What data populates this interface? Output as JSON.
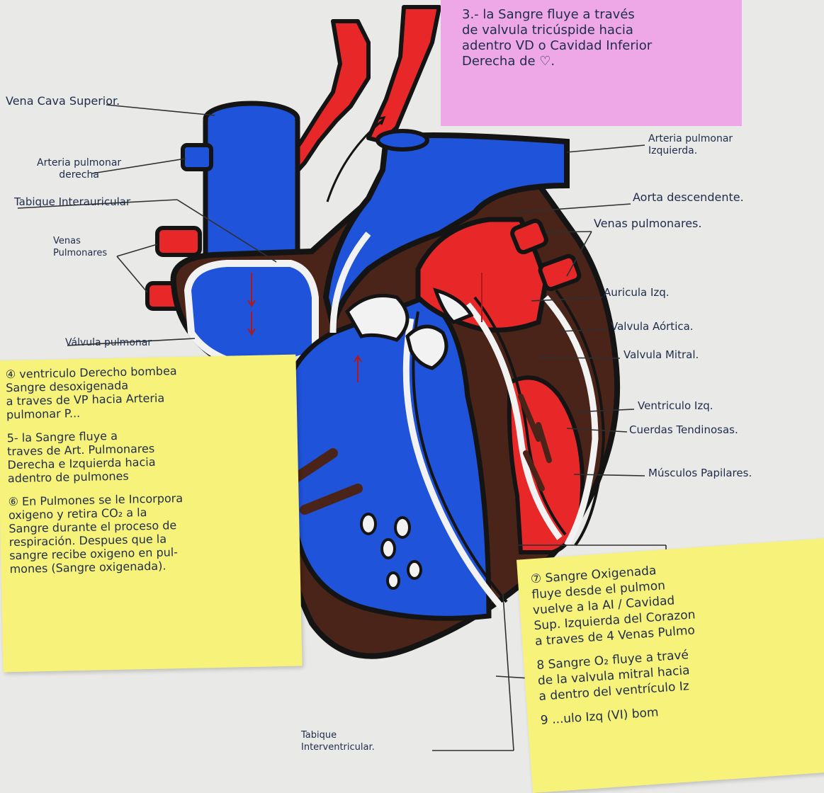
{
  "labels": {
    "vena_cava_superior": "Vena Cava Superior.",
    "arteria_pulmonar_derecha": "Arteria pulmonar\nderecha",
    "tabique_interauricular": "Tabique Interauricular",
    "venas_pulmonares_left": "Venas\nPulmonares",
    "valvula_pulmonar": "Válvula pulmonar",
    "arteria_pulmonar_izquierda": "Arteria pulmonar\nIzquierda.",
    "aorta_descendente": "Aorta descendente.",
    "venas_pulmonares_right": "Venas pulmonares.",
    "auricula_izq": "Auricula Izq.",
    "valvula_aortica": "Valvula Aórtica.",
    "valvula_mitral": "Valvula Mitral.",
    "ventriculo_izq": "Ventriculo Izq.",
    "cuerdas_tendinosas": "Cuerdas Tendinosas.",
    "musculos_papilares": "Músculos Papilares.",
    "tabique_interventricular": "Tabique\nInterventricular."
  },
  "notes": {
    "pink": "3.- la Sangre fluye a través\nde valvula tricúspide hacia\nadentro VD o Cavidad Inferior\nDerecha de ♡.",
    "yellow_left": [
      "④ ventriculo Derecho bombea\nSangre desoxigenada\na traves de VP hacia Arteria\npulmonar P...",
      "5- la Sangre fluye a\ntraves de Art. Pulmonares\nDerecha e Izquierda hacia\nadentro de pulmones",
      "⑥ En Pulmones se le Incorpora\noxigeno y retira CO₂ a la\nSangre durante el proceso de\nrespiración. Despues que la\nsangre recibe oxigeno en pul-\nmones (Sangre oxigenada)."
    ],
    "yellow_right": [
      "⑦ Sangre Oxigenada\nfluye desde el pulmon\nvuelve a la AI / Cavidad\nSup. Izquierda del Corazon\na traves de 4 Venas Pulmo",
      "8 Sangre O₂ fluye a travé\nde la valvula mitral hacia\na dentro del ventrículo Iz",
      "9 ...ulo Izq (VI) bom"
    ]
  },
  "colors": {
    "background": "#e9e9e7",
    "deoxygenated_blue": "#1f53d9",
    "oxygenated_red": "#e82828",
    "outline": "#141414",
    "myocardium": "#4a2418",
    "note_yellow": "#f6f27a",
    "note_pink": "#eea8e8",
    "ink": "#1f2c4a"
  }
}
